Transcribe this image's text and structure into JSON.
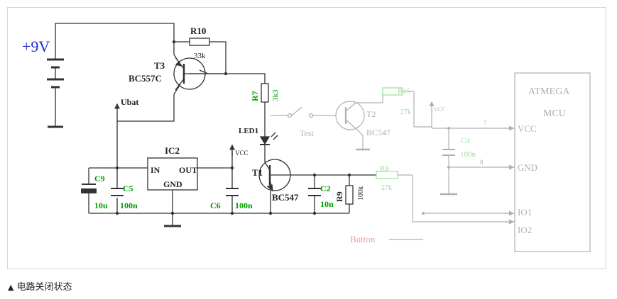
{
  "colors": {
    "wire": "#333333",
    "green": "#00a000",
    "gray": "#b0b0b0",
    "blue": "#1f2bd6",
    "pink": "#f0a0a0",
    "frame": "#d4d4d4"
  },
  "supply": {
    "label": "+9V"
  },
  "components": {
    "t3": {
      "ref": "T3",
      "value": "BC557C"
    },
    "r10": {
      "ref": "R10",
      "value": "33k"
    },
    "r7": {
      "ref": "R7",
      "value": "3k3"
    },
    "led1": {
      "ref": "LED1"
    },
    "t1": {
      "ref": "T1",
      "value": "BC547"
    },
    "c2": {
      "ref": "C2",
      "value": "10n"
    },
    "r9": {
      "ref": "R9",
      "value": "100k"
    },
    "ic2": {
      "ref": "IC2",
      "pin_in": "IN",
      "pin_out": "OUT",
      "pin_gnd": "GND"
    },
    "c9": {
      "ref": "C9",
      "value": "10u"
    },
    "c5": {
      "ref": "C5",
      "value": "100n"
    },
    "c6": {
      "ref": "C6",
      "value": "100n"
    },
    "ubat": {
      "label": "Ubat"
    },
    "vcc1": {
      "label": "VCC"
    }
  },
  "inactive": {
    "test": {
      "label": "Test"
    },
    "t2": {
      "ref": "T2",
      "value": "BC547"
    },
    "r15": {
      "ref": "R15",
      "value": "27k"
    },
    "vcc2": {
      "label": "VCC"
    },
    "c4": {
      "ref": "C4",
      "value": "100n"
    },
    "r8": {
      "ref": "R8",
      "value": "27k"
    },
    "button": {
      "label": "Button"
    },
    "mcu": {
      "title_1": "ATMEGA",
      "title_2": "MCU",
      "pin_vcc": "VCC",
      "pin_gnd": "GND",
      "pin_io1": "IO1",
      "pin_io2": "IO2",
      "net_7": "7",
      "net_8": "8"
    }
  },
  "caption": {
    "marker": "▲",
    "text": "电路关闭状态"
  }
}
